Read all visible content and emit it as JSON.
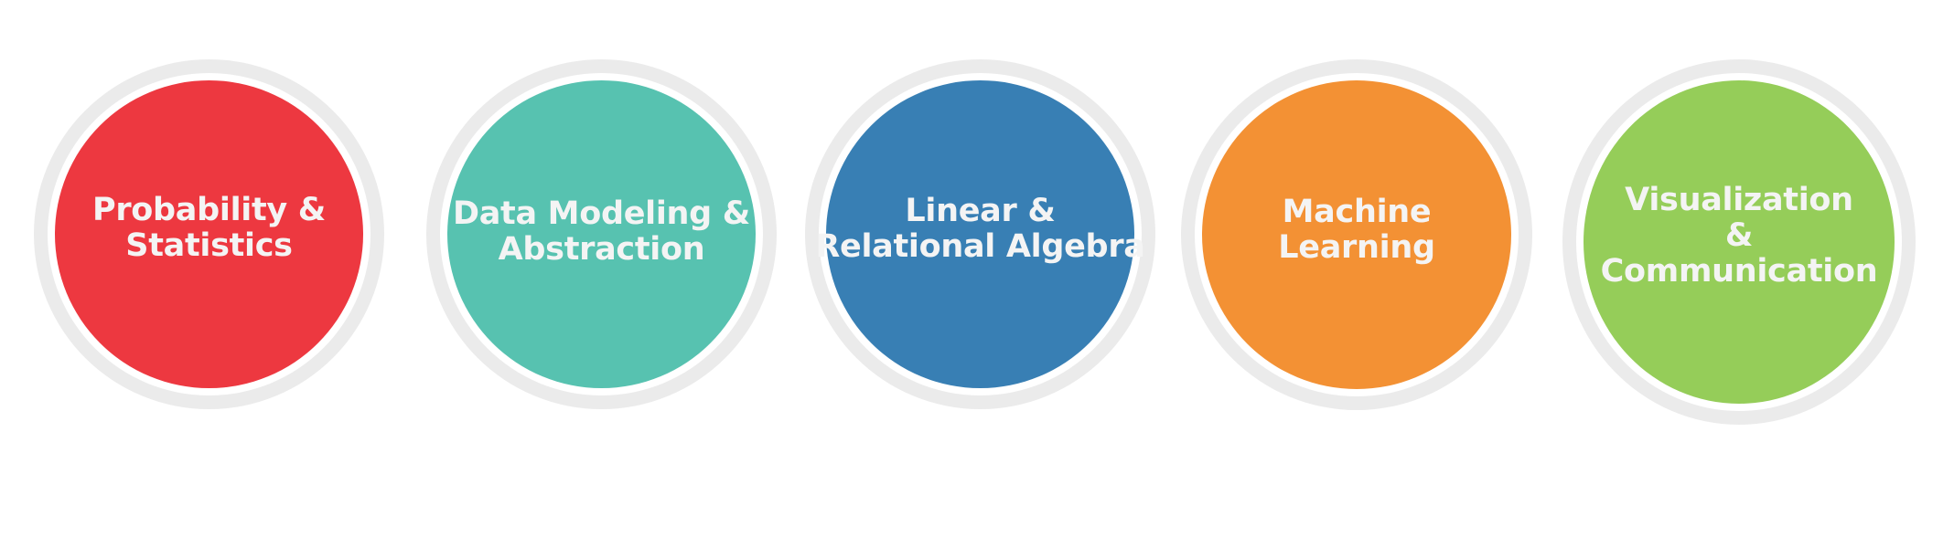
{
  "topics": [
    {
      "lines": [
        "Probability &",
        "Statistics"
      ],
      "color": "#ed3840"
    },
    {
      "lines": [
        "Data Modeling &",
        "Abstraction"
      ],
      "color": "#57c2b0"
    },
    {
      "lines": [
        "Linear &",
        "Relational Algebra"
      ],
      "color": "#387fb4"
    },
    {
      "lines": [
        "Machine",
        "Learning"
      ],
      "color": "#f39134"
    },
    {
      "lines": [
        "Visualization",
        "&",
        "Communication"
      ],
      "color": "#95cd59"
    }
  ]
}
